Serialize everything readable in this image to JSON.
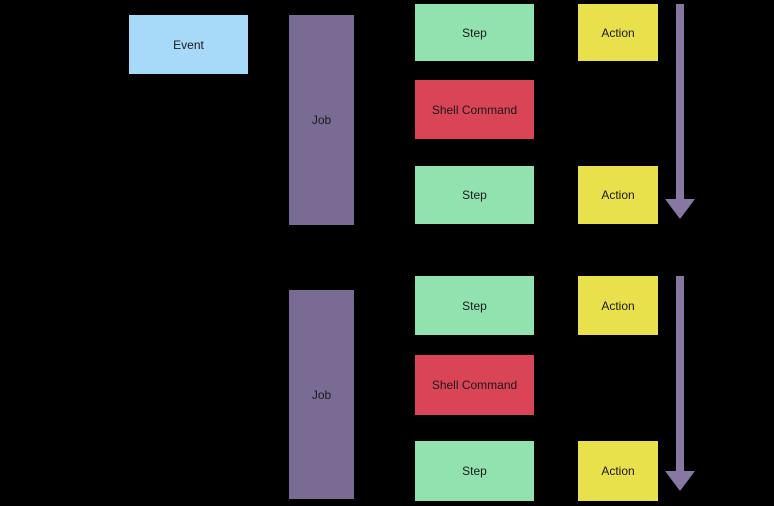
{
  "diagram": {
    "background": "#000000",
    "colors": {
      "event_fill": "#A7D9F8",
      "job_fill": "#7A6B95",
      "step_fill": "#92E2AF",
      "shell_fill": "#DA4457",
      "action_fill": "#E9E14B",
      "arrow_fill": "#8678A2",
      "label_text": "#1A1A1A"
    },
    "nodes": {
      "event": {
        "label": "Event"
      },
      "job1": {
        "label": "Job"
      },
      "job2": {
        "label": "Job"
      },
      "step1": {
        "label": "Step"
      },
      "step2": {
        "label": "Step"
      },
      "step3": {
        "label": "Step"
      },
      "step4": {
        "label": "Step"
      },
      "shell1": {
        "label": "Shell Command"
      },
      "shell2": {
        "label": "Shell Command"
      },
      "action1": {
        "label": "Action"
      },
      "action2": {
        "label": "Action"
      },
      "action3": {
        "label": "Action"
      },
      "action4": {
        "label": "Action"
      }
    }
  }
}
